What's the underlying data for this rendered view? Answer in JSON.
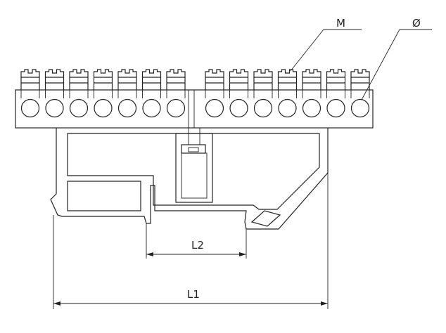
{
  "diagram": {
    "labels": {
      "screw": "M",
      "hole": "Ø",
      "length_inner": "L2",
      "length_total": "L1"
    },
    "terminal_count": 14,
    "colors": {
      "stroke": "#222222",
      "background": "#ffffff"
    }
  }
}
